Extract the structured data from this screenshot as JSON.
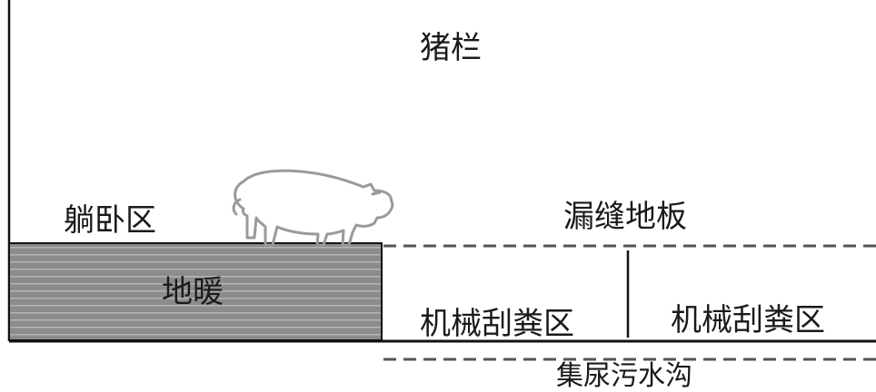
{
  "diagram": {
    "title": "猪栏",
    "labels": {
      "resting_area": "躺卧区",
      "floor_heating": "地暖",
      "slatted_floor": "漏缝地板",
      "scraper_area_left": "机械刮粪区",
      "scraper_area_right": "机械刮粪区",
      "sewage_trench": "集尿污水沟"
    },
    "illustration": "pig-icon"
  }
}
